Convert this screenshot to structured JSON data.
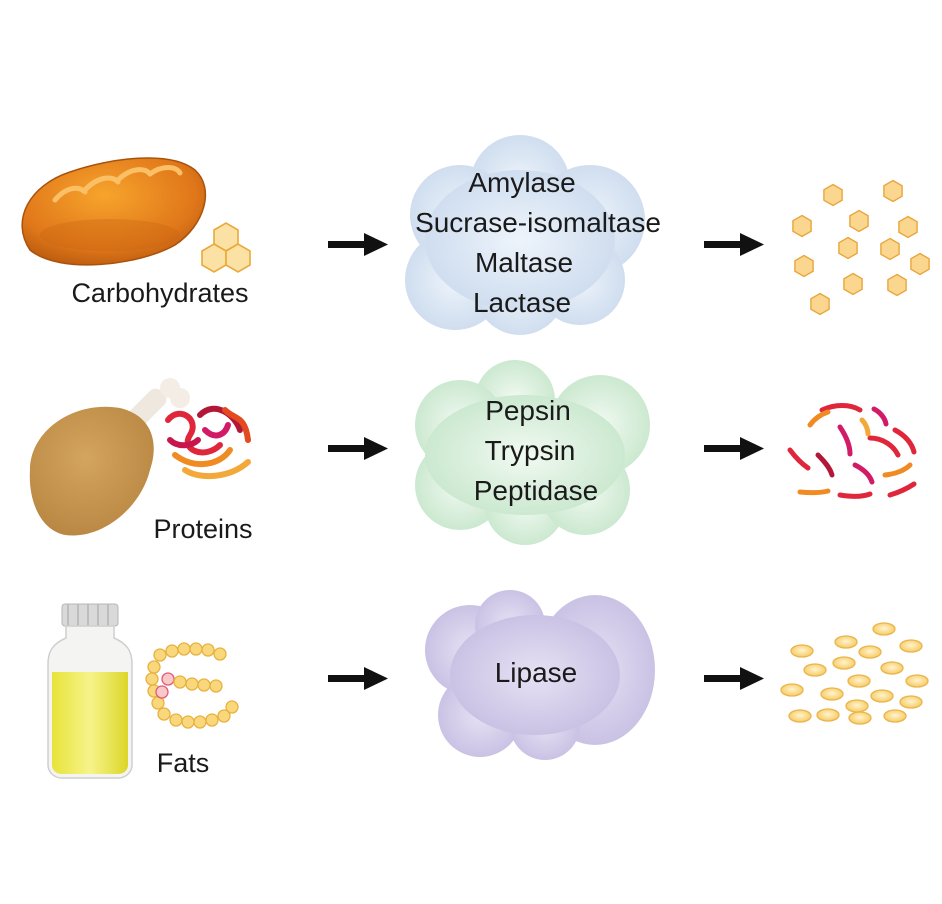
{
  "rows": [
    {
      "food": {
        "label": "Carbohydrates",
        "icon": "bread-icon",
        "molecule_icon": "glucose-hexagon-icon"
      },
      "enzyme": {
        "names": [
          "Amylase",
          "Sucrase-isomaltase",
          "Maltase",
          "Lactase"
        ],
        "cloud_color": "#d5e2f1"
      },
      "products": {
        "icon": "monosaccharide-hexagon-icon",
        "color": "#f9cf85"
      }
    },
    {
      "food": {
        "label": "Proteins",
        "icon": "chicken-leg-icon",
        "molecule_icon": "protein-ribbon-icon"
      },
      "enzyme": {
        "names": [
          "Pepsin",
          "Trypsin",
          "Peptidase"
        ],
        "cloud_color": "#d6efd9"
      },
      "products": {
        "icon": "amino-acid-fragment-icon",
        "color": "#e0263b"
      }
    },
    {
      "food": {
        "label": "Fats",
        "icon": "oil-bottle-icon",
        "molecule_icon": "lipid-chain-icon"
      },
      "enzyme": {
        "names": [
          "Lipase"
        ],
        "cloud_color": "#d4cdea"
      },
      "products": {
        "icon": "fatty-acid-droplet-icon",
        "color": "#f9cf6e"
      }
    }
  ]
}
